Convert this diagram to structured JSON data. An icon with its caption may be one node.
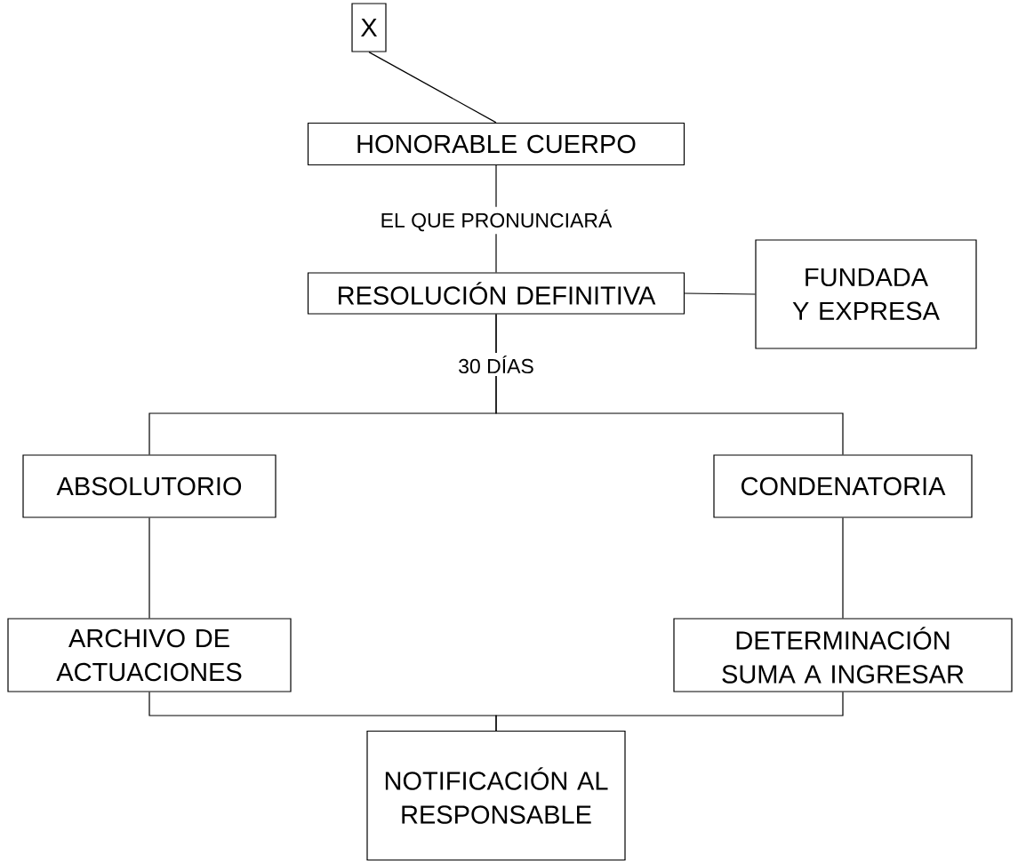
{
  "diagram": {
    "nodes": [
      {
        "text": [
          "X"
        ]
      },
      {
        "text": [
          "HONORABLE CUERPO"
        ]
      },
      {
        "text": [
          "RESOLUCIÓN DEFINITIVA"
        ]
      },
      {
        "text": [
          "FUNDADA Y EXPRESA"
        ]
      },
      {
        "text": [
          "ABSOLUTORIO"
        ]
      },
      {
        "text": [
          "CONDENATORIA"
        ]
      },
      {
        "text": [
          "ARCHIVO DE ACTUACIONES"
        ]
      },
      {
        "text": [
          "DETERMINACIÓN SUMA A INGRESAR"
        ]
      },
      {
        "text": [
          "NOTIFICACIÓN AL RESPONSABLE"
        ]
      }
    ],
    "edges": [
      {
        "from": 0,
        "to": 1,
        "arrow": "none"
      },
      {
        "from": 1,
        "to": 2,
        "arrow": "none",
        "label": "EL QUE PRONUNCIARÁ"
      },
      {
        "from": 2,
        "to": 3,
        "arrow": "none"
      },
      {
        "from": 2,
        "to": 4,
        "arrow": "none",
        "label": "30 DÍAS"
      },
      {
        "from": 2,
        "to": 5,
        "arrow": "none"
      },
      {
        "from": 4,
        "to": 6,
        "arrow": "none"
      },
      {
        "from": 5,
        "to": 7,
        "arrow": "none"
      },
      {
        "from": 6,
        "to": 8,
        "arrow": "none"
      },
      {
        "from": 7,
        "to": 8,
        "arrow": "none"
      }
    ]
  }
}
